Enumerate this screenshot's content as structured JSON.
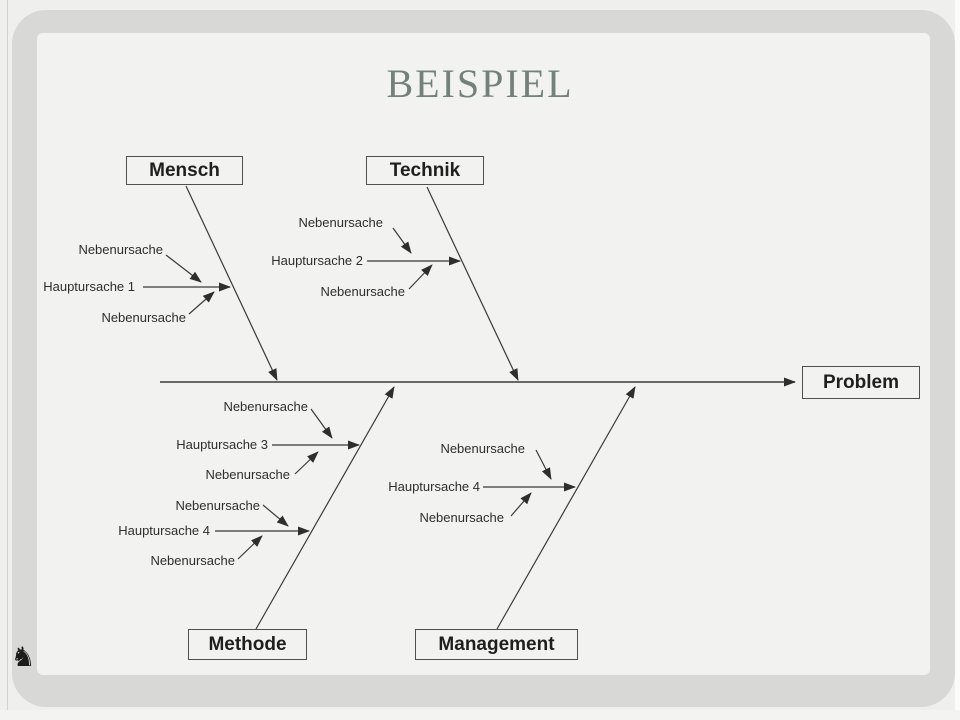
{
  "slide": {
    "title": "BEISPIEL",
    "title_color": "#74807a",
    "background_color": "#f2f2f0",
    "frame_color": "#d8d8d6",
    "line_color": "#3a3a3a"
  },
  "diagram": {
    "type": "fishbone-ishikawa",
    "effect": {
      "label": "Problem"
    },
    "branches": [
      {
        "name": "mensch",
        "label": "Mensch",
        "position": "top-left",
        "causes": [
          {
            "label": "Hauptursache 1",
            "subcauses": [
              "Nebenursache",
              "Nebenursache"
            ]
          }
        ]
      },
      {
        "name": "technik",
        "label": "Technik",
        "position": "top-right",
        "causes": [
          {
            "label": "Hauptursache 2",
            "subcauses": [
              "Nebenursache",
              "Nebenursache"
            ]
          }
        ]
      },
      {
        "name": "methode",
        "label": "Methode",
        "position": "bottom-left",
        "causes": [
          {
            "label": "Hauptursache 3",
            "subcauses": [
              "Nebenursache",
              "Nebenursache"
            ]
          },
          {
            "label": "Hauptursache 4",
            "subcauses": [
              "Nebenursache",
              "Nebenursache"
            ]
          }
        ]
      },
      {
        "name": "management",
        "label": "Management",
        "position": "bottom-right",
        "causes": [
          {
            "label": "Hauptursache 4",
            "subcauses": [
              "Nebenursache",
              "Nebenursache"
            ]
          }
        ]
      }
    ]
  },
  "watermark": {
    "icon": "animal-silhouette-icon",
    "glyph": "♞"
  }
}
